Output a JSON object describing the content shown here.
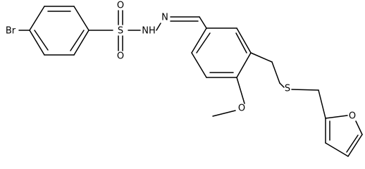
{
  "molecule": {
    "atom_labels": {
      "bromine": "Br",
      "sulfonyl_oxygen_top": "O",
      "sulfur_sulfonyl": "S",
      "sulfonyl_oxygen_bottom": "O",
      "hydrazide_nh": "NH",
      "imine_nitrogen": "N",
      "thioether_sulfur": "S",
      "methoxy_oxygen": "O",
      "furan_oxygen": "O"
    }
  }
}
